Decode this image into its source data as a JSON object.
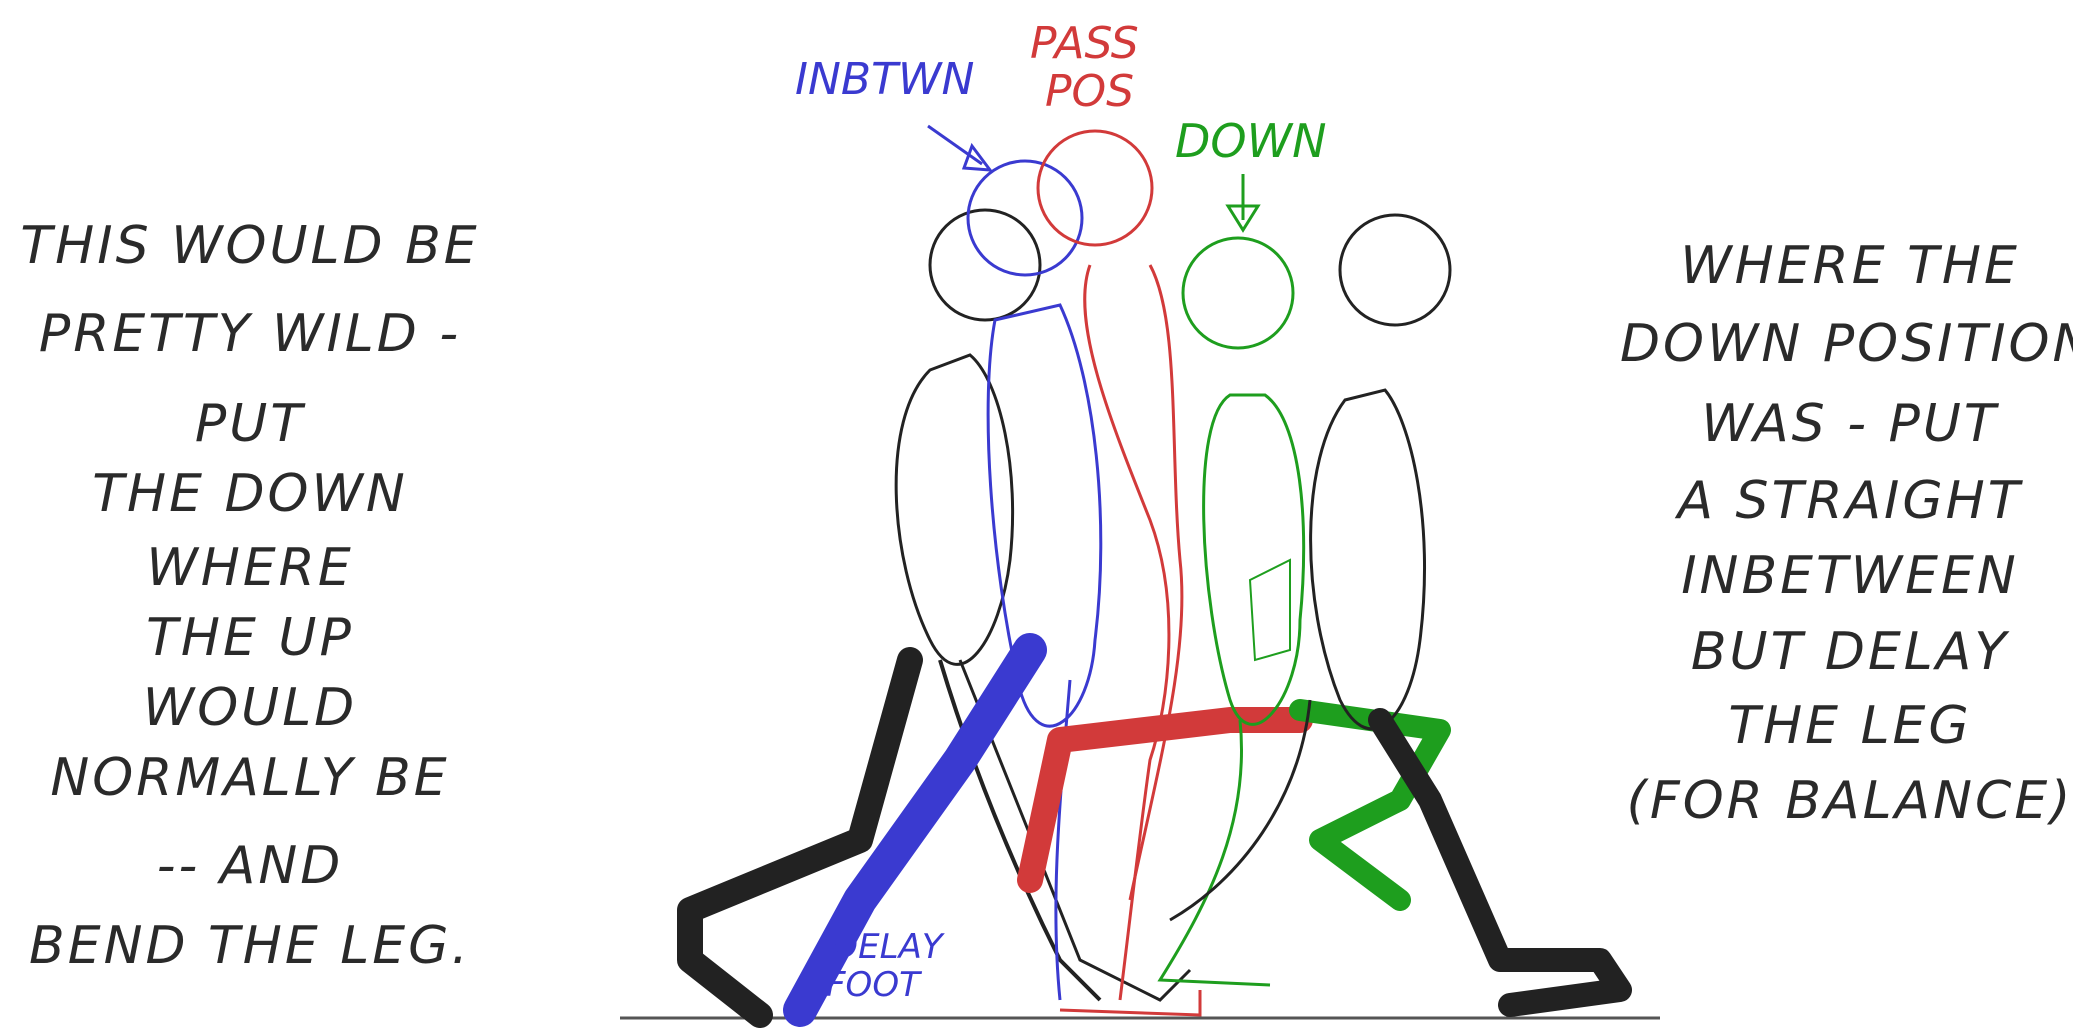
{
  "left_note": [
    "THIS WOULD BE",
    "PRETTY WILD -",
    "PUT",
    "THE DOWN",
    "WHERE",
    "THE UP",
    "WOULD",
    "NORMALLY BE",
    "-- AND",
    "BEND THE LEG."
  ],
  "right_note": [
    "WHERE THE",
    "DOWN POSITION",
    "WAS - PUT",
    "A STRAIGHT",
    "INBETWEEN",
    "BUT DELAY",
    "THE LEG",
    "(FOR BALANCE)"
  ],
  "labels": {
    "inbetween": "INBTWN",
    "passing_line1": "PASS",
    "passing_line2": "POS",
    "down": "DOWN",
    "delay_line1": "DELAY",
    "delay_line2": "FOOT"
  },
  "colors": {
    "ink": "#222222",
    "blue": "#3a3ad0",
    "red": "#d23a3a",
    "green": "#1e9e1e"
  }
}
